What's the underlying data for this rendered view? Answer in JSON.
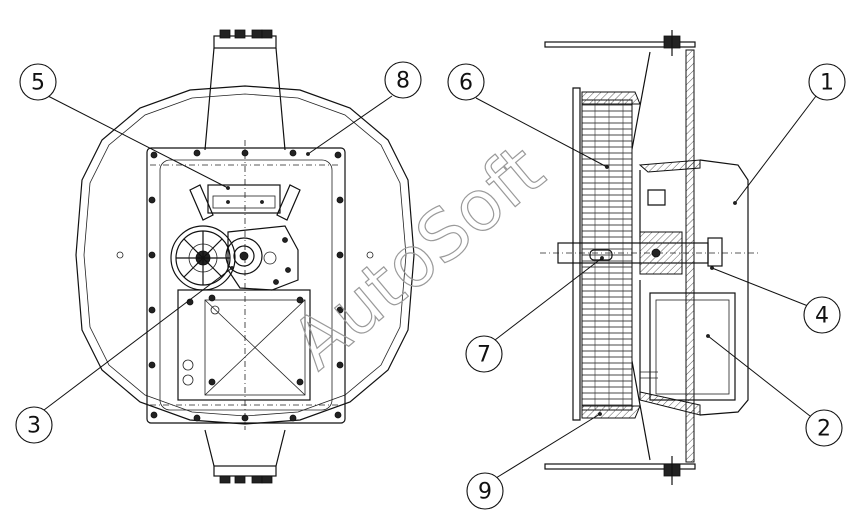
{
  "watermark": "AutoSoft",
  "callouts": [
    {
      "id": "callout-1",
      "label": "1"
    },
    {
      "id": "callout-2",
      "label": "2"
    },
    {
      "id": "callout-3",
      "label": "3"
    },
    {
      "id": "callout-4",
      "label": "4"
    },
    {
      "id": "callout-5",
      "label": "5"
    },
    {
      "id": "callout-6",
      "label": "6"
    },
    {
      "id": "callout-7",
      "label": "7"
    },
    {
      "id": "callout-8",
      "label": "8"
    },
    {
      "id": "callout-9",
      "label": "9"
    }
  ]
}
